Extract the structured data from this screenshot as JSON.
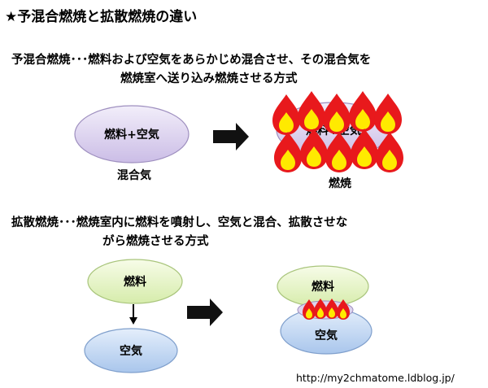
{
  "title": "★予混合燃焼と拡散燃焼の違い",
  "premixed": {
    "description_line1": "予混合燃焼･･･燃料および空気をあらかじめ混合させ、その混合気を",
    "description_line2": "燃焼室へ送り込み燃焼させる方式",
    "mixture_text": "燃料+空気",
    "mixture_label": "混合気",
    "burning_text": "燃料+空気",
    "combustion_label": "燃焼"
  },
  "diffusion": {
    "description_line1": "拡散燃焼･･･燃焼室内に燃料を噴射し、空気と混合、拡散させな",
    "description_line2": "がら燃焼させる方式",
    "fuel_label": "燃料",
    "air_label": "空気",
    "result_fuel_label": "燃料",
    "result_air_label": "空気"
  },
  "source_url": "http://my2chmatome.ldblog.jp/",
  "colors": {
    "mixture_fill": "#ddd3ee",
    "fuel_fill": "#e8f5c8",
    "air_fill": "#c6d9f2",
    "flame_red": "#e8191c",
    "flame_yellow": "#ffea00",
    "arrow": "#111111"
  }
}
